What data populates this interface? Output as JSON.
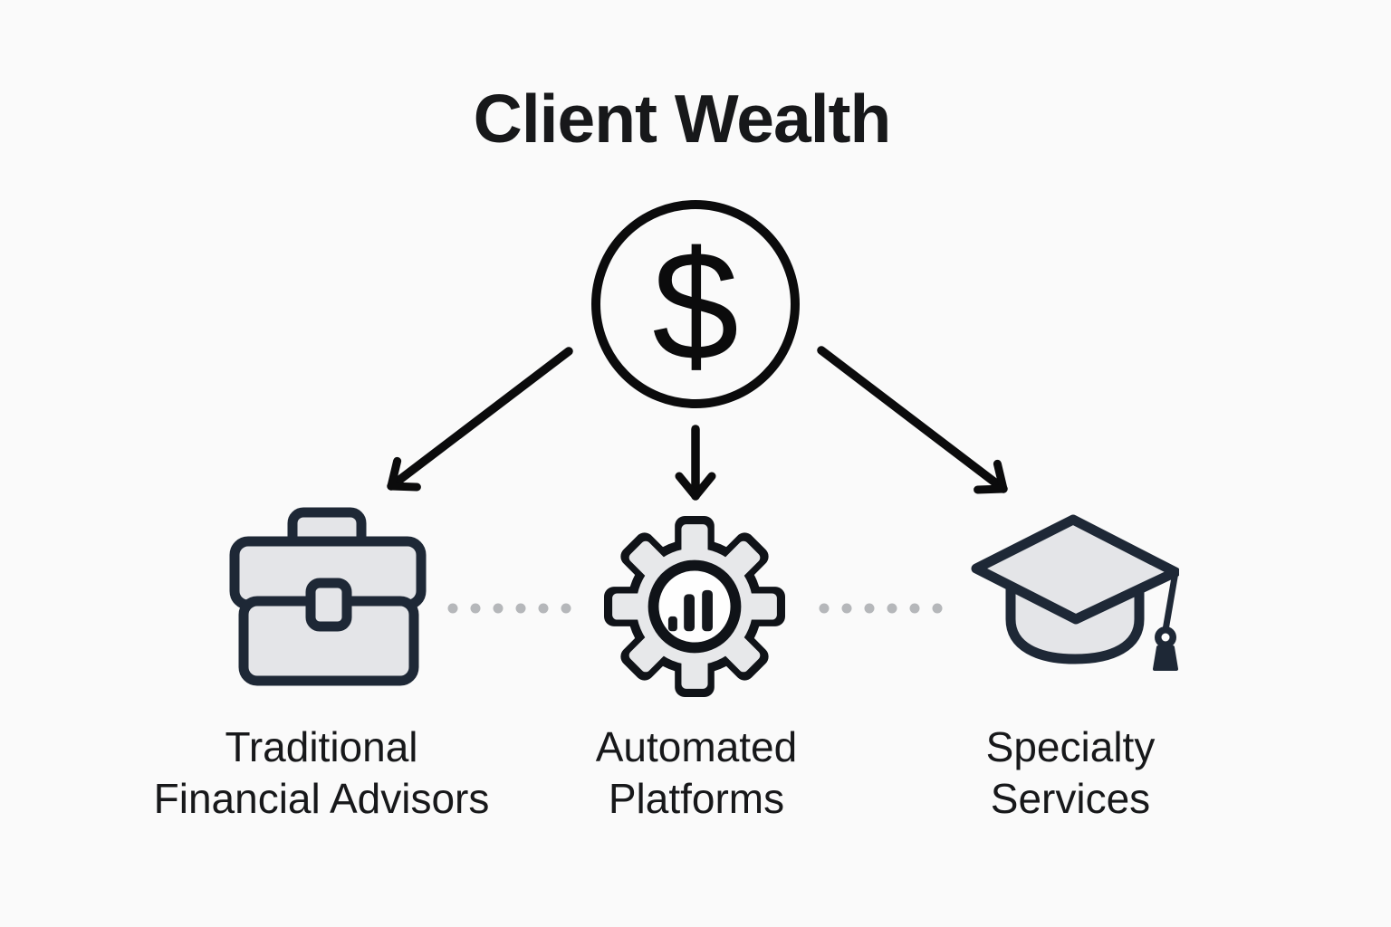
{
  "title": "Client Wealth",
  "root": {
    "label": "Client Wealth",
    "symbol": "$",
    "icon": "dollar-circle-icon"
  },
  "branches": [
    {
      "id": "traditional-financial-advisors",
      "label": "Traditional Financial Advisors",
      "line1": "Traditional",
      "line2": "Financial Advisors",
      "icon": "briefcase-icon"
    },
    {
      "id": "automated-platforms",
      "label": "Automated Platforms",
      "line1": "Automated",
      "line2": "Platforms",
      "icon": "gear-chart-icon"
    },
    {
      "id": "specialty-services",
      "label": "Specialty Services",
      "line1": "Specialty",
      "line2": "Services",
      "icon": "graduation-cap-icon"
    }
  ],
  "colors": {
    "background": "#fafafa",
    "ink": "#17181a",
    "arrow": "#0b0b0c",
    "icon_outline": "#1e2836",
    "icon_fill": "#e4e5e8",
    "gear_outline": "#101318",
    "inner_circle": "#fefefe",
    "connector_dot": "#b5b7ba"
  }
}
